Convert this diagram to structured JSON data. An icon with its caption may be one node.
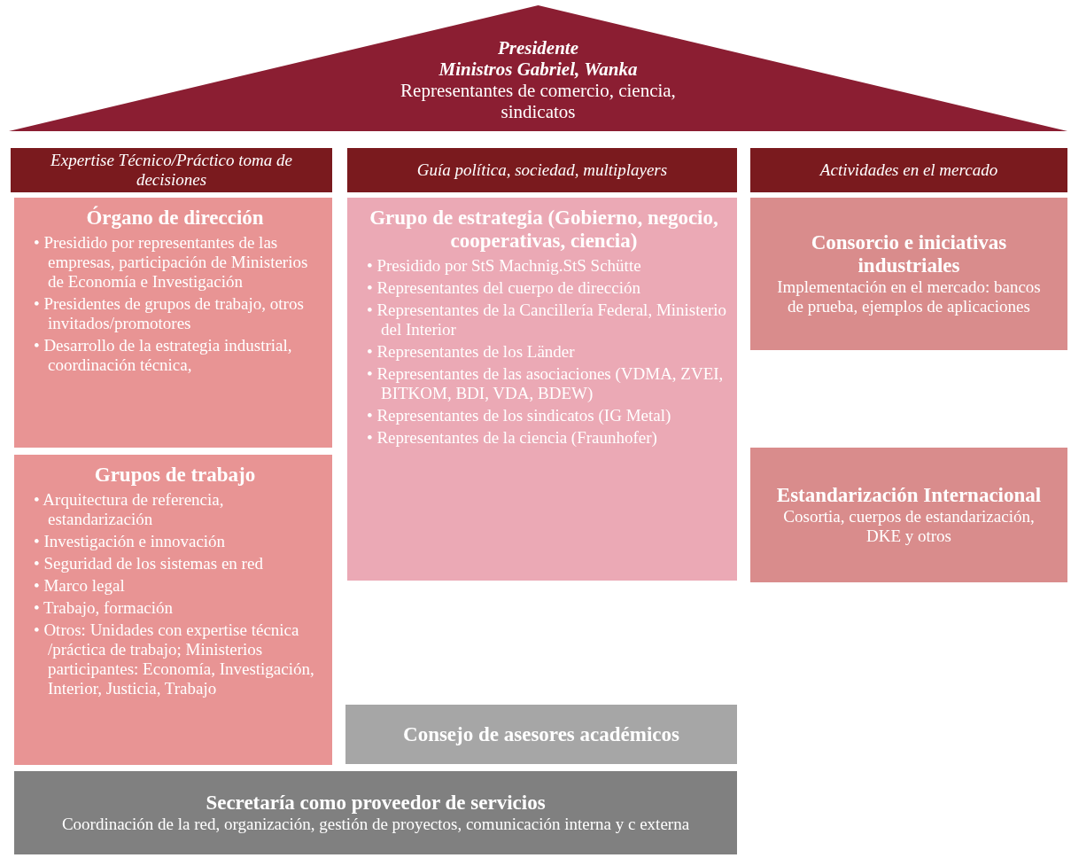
{
  "diagram": {
    "nodes": [
      {
        "text": [
          "Presidente",
          "Ministros Gabriel, Wanka",
          "Representantes de comercio, ciencia, sindicatos"
        ]
      },
      {
        "text": [
          "Expertise Técnico/Práctico toma de decisiones"
        ]
      },
      {
        "text": [
          "Guía política, sociedad, multiplayers"
        ]
      },
      {
        "text": [
          "Actividades en el mercado"
        ]
      },
      {
        "text": [
          "Órgano de dirección",
          "• Presidido por representantes de las empresas, participación de Ministerios de Economía e Investigación",
          "• Presidentes de grupos de trabajo, otros invitados/promotores",
          "• Desarrollo de la estrategia industrial, coordinación técnica,"
        ]
      },
      {
        "text": [
          "Grupo de estrategia (Gobierno, negocio, cooperativas, ciencia)",
          "• Presidido por StS Machnig.StS Schütte",
          "• Representantes del cuerpo de dirección",
          "• Representantes de la Cancillería Federal, Ministerio del Interior",
          "• Representantes de los Länder",
          "• Representantes de las asociaciones (VDMA, ZVEI, BITKOM, BDI, VDA, BDEW)",
          "• Representantes de los sindicatos (IG Metal)",
          "• Representantes de la ciencia (Fraunhofer)"
        ]
      },
      {
        "text": [
          "Consorcio e iniciativas industriales",
          "Implementación en el mercado: bancos de prueba, ejemplos de aplicaciones"
        ]
      },
      {
        "text": [
          "Estandarización Internacional",
          "Cosortia, cuerpos de estandarización, DKE y otros"
        ]
      },
      {
        "text": [
          "Grupos de trabajo",
          "• Arquitectura de referencia, estandarización",
          "• Investigación e innovación",
          "• Seguridad de los sistemas en red",
          "• Marco legal",
          "• Trabajo, formación",
          "• Otros: Unidades con expertise técnica /práctica de trabajo; Ministerios participantes: Economía, Investigación, Interior, Justicia, Trabajo"
        ]
      },
      {
        "text": [
          "Consejo de asesores académicos"
        ]
      },
      {
        "text": [
          "Secretaría como proveedor de servicios",
          "Coordinación de la red, organización, gestión de proyectos, comunicación interna y c externa"
        ]
      }
    ]
  }
}
